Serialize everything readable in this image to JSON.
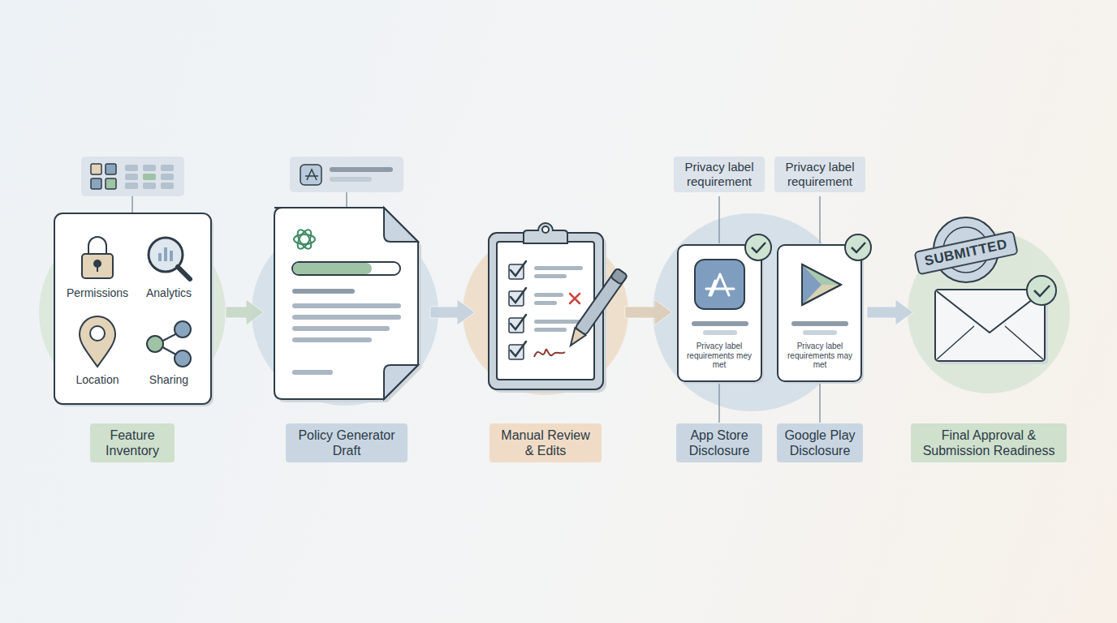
{
  "diagram": {
    "nodes": [
      {
        "text": [
          "Feature Inventory"
        ]
      },
      {
        "text": [
          "Permissions",
          "Analytics",
          "Location",
          "Sharing"
        ],
        "in": 0
      },
      {
        "text": [
          "Policy Generator Draft"
        ]
      },
      {
        "text": [
          "Manual Review & Edits"
        ]
      },
      {
        "text": [
          "Privacy label requirement",
          "Privacy label requirements mey met",
          "App Store Disclosure"
        ]
      },
      {
        "text": [
          "Privacy label requirement",
          "Privacy label requirements may met",
          "Google Play Disclosure"
        ]
      },
      {
        "text": [
          "Final Approval & Submission Readiness"
        ]
      },
      {
        "text": [
          "SUBMITTED"
        ],
        "in": 6
      }
    ],
    "edges": [
      {
        "from": 0,
        "to": 2,
        "arrow": "to"
      },
      {
        "from": 2,
        "to": 3,
        "arrow": "to"
      },
      {
        "from": 3,
        "to": 4,
        "arrow": "to"
      },
      {
        "from": 5,
        "to": 6,
        "arrow": "to"
      }
    ]
  }
}
